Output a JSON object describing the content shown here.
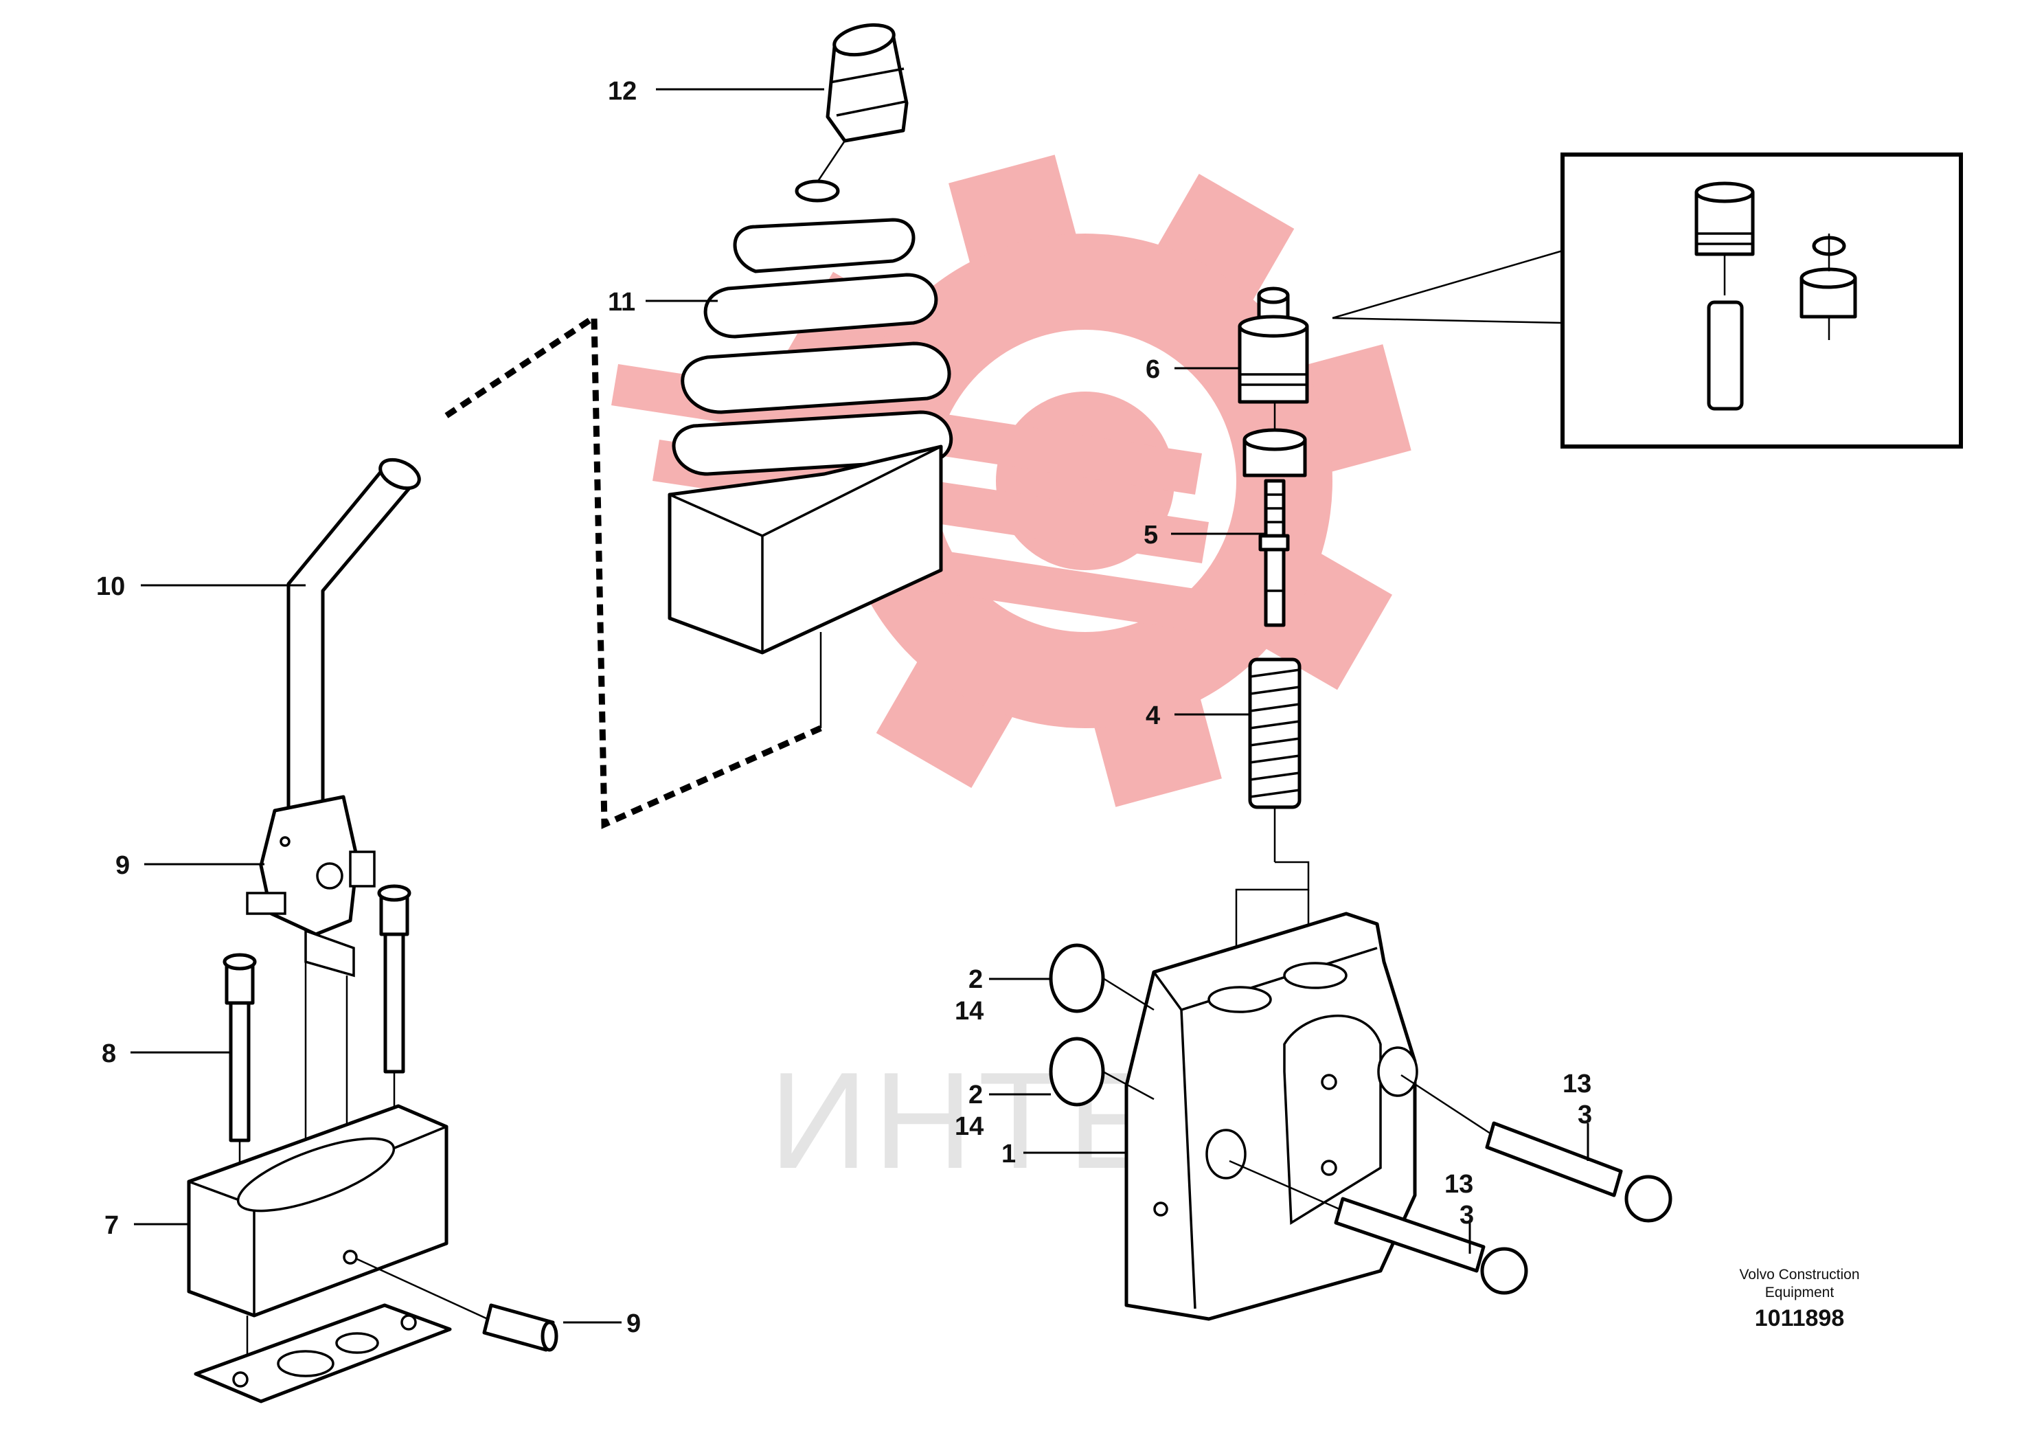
{
  "colors": {
    "ink": "#000000",
    "watermark": "#f4a4a4",
    "watermark_text": "#cfcfcf",
    "background": "#ffffff"
  },
  "watermark": {
    "icon": "gear-logo-icon",
    "text": "ИНТЕХ"
  },
  "callouts": {
    "c12": "12",
    "c11": "11",
    "c10": "10",
    "c9a": "9",
    "c8": "8",
    "c7": "7",
    "c9b": "9",
    "c6": "6",
    "c5": "5",
    "c4": "4",
    "c2a": "2",
    "c14a": "14",
    "c2b": "2",
    "c14b": "14",
    "c1": "1",
    "c13a": "13",
    "c3a": "3",
    "c13b": "13",
    "c3b": "3"
  },
  "caption": {
    "line1": "Volvo Construction",
    "line2": "Equipment",
    "number": "1011898"
  }
}
